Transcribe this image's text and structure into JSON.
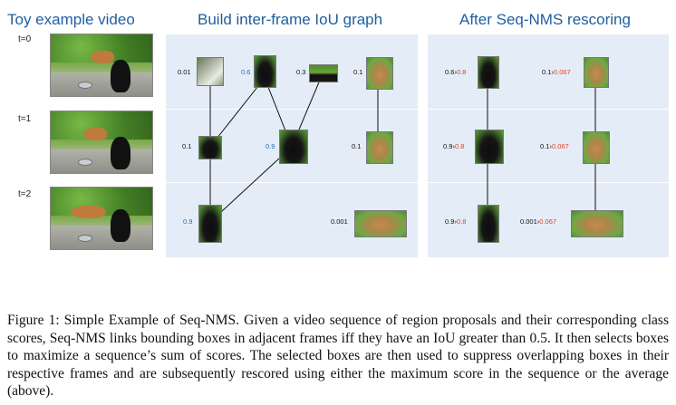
{
  "headings": {
    "video": "Toy example video",
    "graph": "Build inter-frame IoU graph",
    "rescore": "After Seq-NMS rescoring"
  },
  "time_labels": [
    "t=0",
    "t=1",
    "t=2"
  ],
  "graph_scores": {
    "t0": [
      "0.01",
      "0.6",
      "0.3",
      "0.1"
    ],
    "t1": [
      "0.1",
      "0.9",
      "0.1"
    ],
    "t2": [
      "0.9",
      "0.001"
    ]
  },
  "rescore": {
    "t0_bear": {
      "old": "0.6",
      "new": "0.8"
    },
    "t0_fox": {
      "old": "0.1",
      "new": "0.067"
    },
    "t1_bear": {
      "old": "0.9",
      "new": "0.8"
    },
    "t1_fox": {
      "old": "0.1",
      "new": "0.067"
    },
    "t2_bear": {
      "old": "0.9",
      "new": "0.8"
    },
    "t2_fox": {
      "old": "0.001",
      "new": "0.067"
    },
    "arrow": "›"
  },
  "colors": {
    "heading": "#1f5fa0",
    "panel": "#e4edf7",
    "selected_score": "#2a6db3",
    "new_score": "#e0402f"
  },
  "caption": "Figure 1: Simple Example of Seq-NMS. Given a video sequence of region proposals and their corresponding class scores, Seq-NMS links bounding boxes in adjacent frames iff they have an IoU greater than 0.5. It then selects boxes to maximize a sequence’s sum of scores. The selected boxes are then used to suppress overlapping boxes in their respective frames and are subsequently rescored using either the maximum score in the sequence or the average (above)."
}
